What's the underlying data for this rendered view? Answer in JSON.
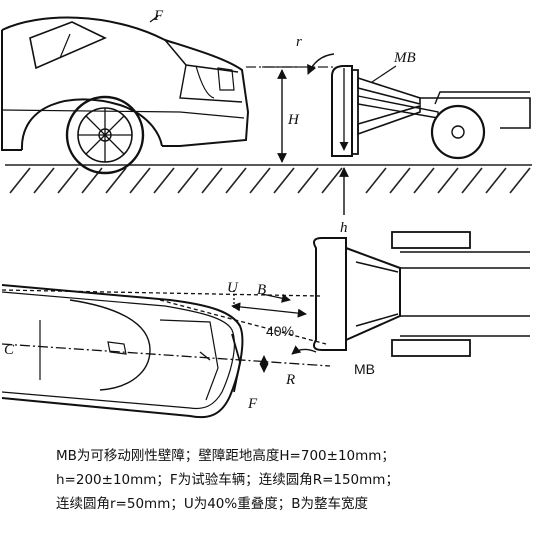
{
  "figure": {
    "side_view_labels": {
      "vehicle": "F",
      "radius": "r",
      "barrier": "MB",
      "height": "H",
      "ground_clearance": "h"
    },
    "top_view_labels": {
      "overlap": "U",
      "width": "B",
      "overlap_percent": "40%",
      "center": "C",
      "radius": "R",
      "barrier": "MB",
      "vehicle": "F"
    }
  },
  "caption": {
    "line1": "MB为可移动刚性壁障；壁障距地高度H=700±10mm；",
    "line2": "h=200±10mm；F为试验车辆；连续圆角R=150mm；",
    "line3": "连续圆角r=50mm；U为40%重叠度；B为整车宽度"
  }
}
